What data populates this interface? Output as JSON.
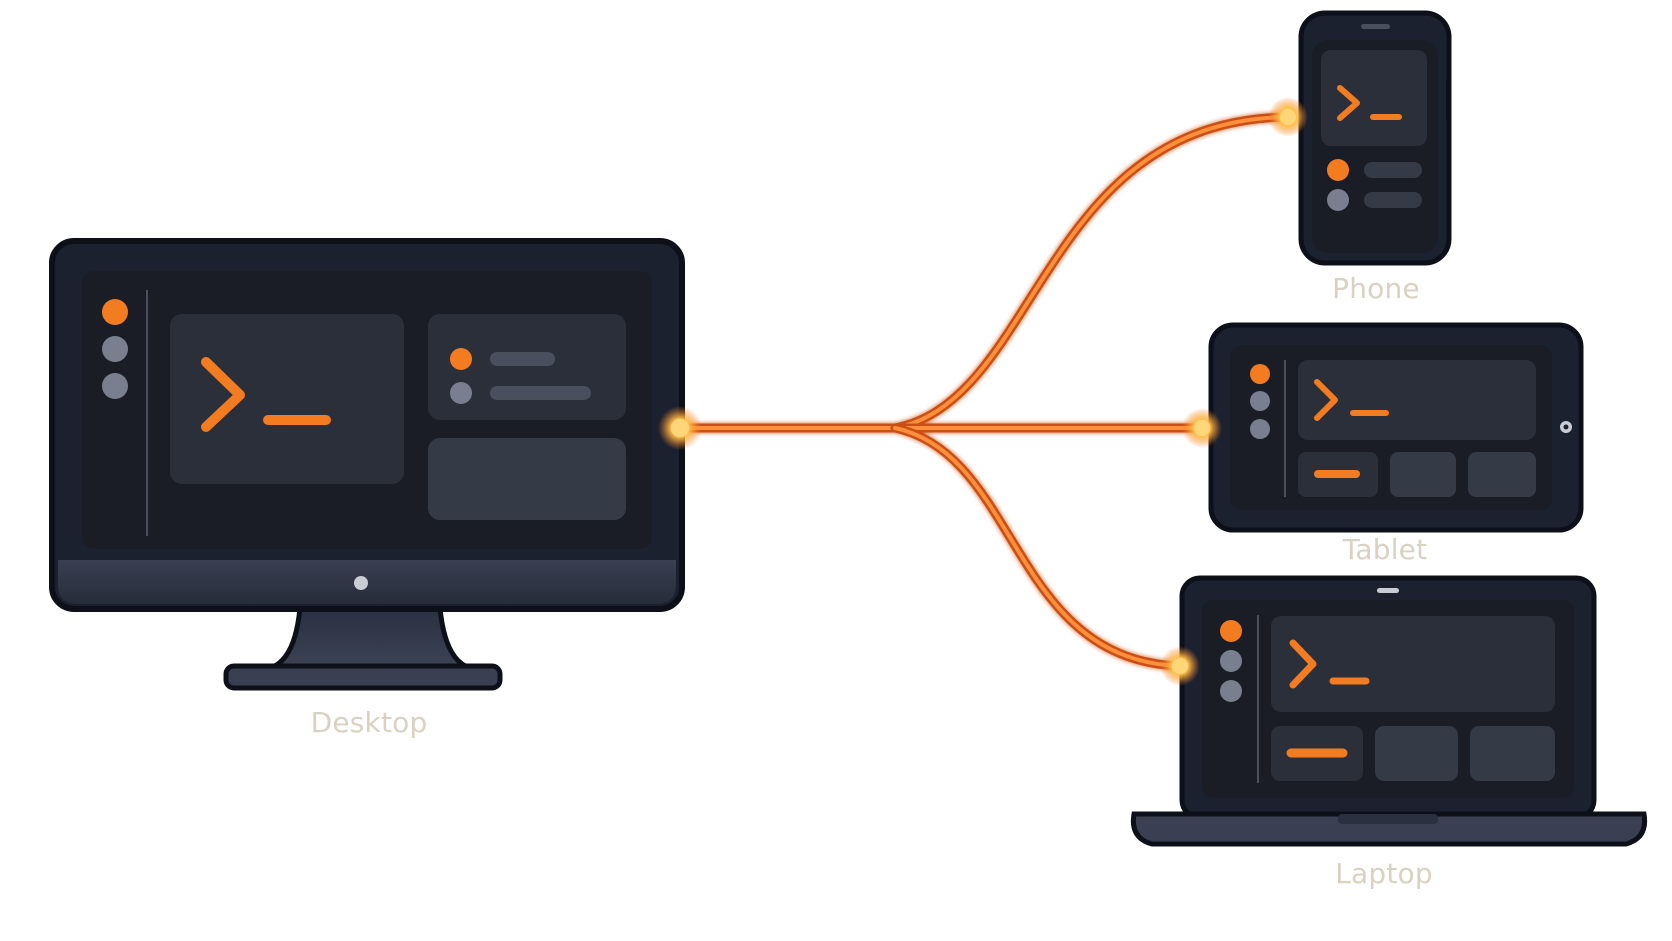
{
  "colors": {
    "background": "#ffffff",
    "accent": "#f47c20",
    "device_frame": "#1c2130",
    "device_outline": "#0d1018",
    "screen": "#1a1d25",
    "panel": "#2b2f3a",
    "panel_light": "#353a47",
    "dot_gray": "#7a7f8f",
    "label": "#d9d2c2"
  },
  "prompt_glyph": ">_",
  "devices": {
    "desktop": {
      "label": "Desktop",
      "icon": "desktop-monitor-icon"
    },
    "phone": {
      "label": "Phone",
      "icon": "phone-icon"
    },
    "tablet": {
      "label": "Tablet",
      "icon": "tablet-icon"
    },
    "laptop": {
      "label": "Laptop",
      "icon": "laptop-icon"
    }
  },
  "connections": [
    {
      "from": "desktop",
      "to": "phone"
    },
    {
      "from": "desktop",
      "to": "tablet"
    },
    {
      "from": "desktop",
      "to": "laptop"
    }
  ]
}
